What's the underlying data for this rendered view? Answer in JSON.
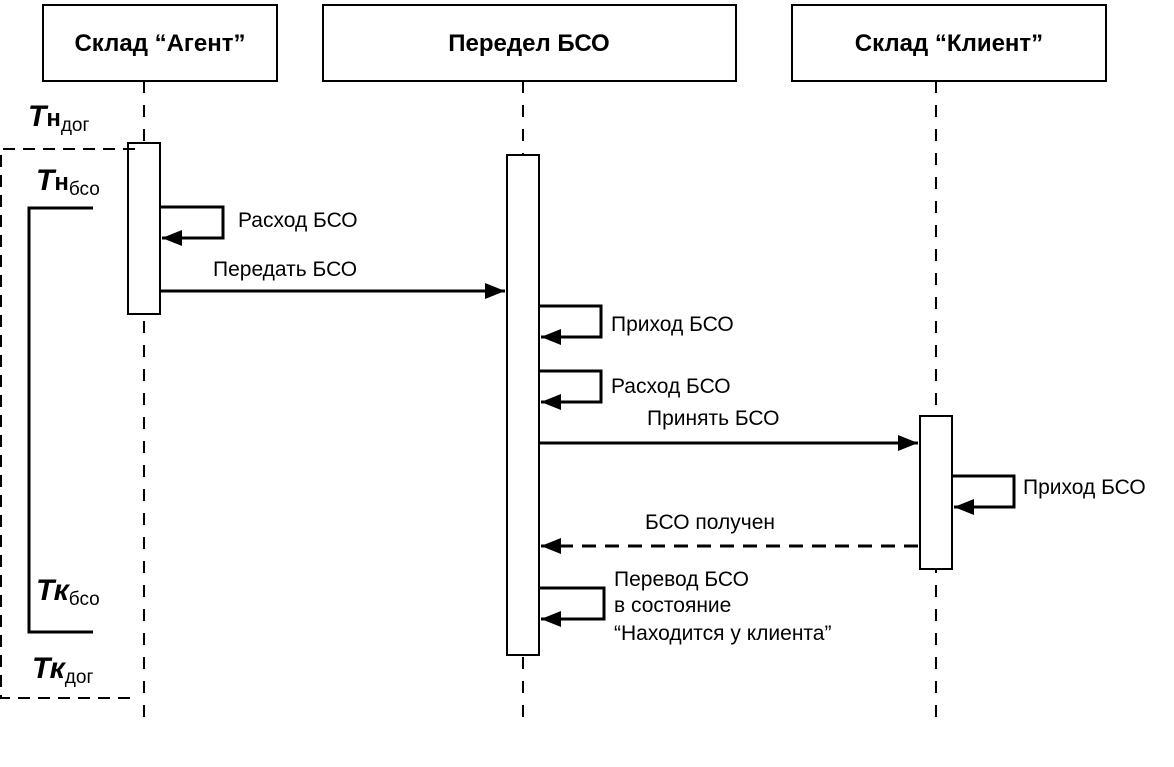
{
  "lifelines": {
    "agent": "Склад “Агент”",
    "peredel": "Передел БСО",
    "client": "Склад “Клиент”"
  },
  "time_marks": {
    "tn_dog": {
      "letter": "Т",
      "main": "н",
      "sub": "дог"
    },
    "tn_bso": {
      "letter": "Т",
      "main": "н",
      "sub": "бсо"
    },
    "tk_bso": {
      "letter": "Т",
      "main": "к",
      "sub": "бсо"
    },
    "tk_dog": {
      "letter": "Т",
      "main": "к",
      "sub": "дог"
    }
  },
  "messages": {
    "agent_expense": "Расход БСО",
    "transfer": "Передать БСО",
    "peredel_income": "Приход БСО",
    "peredel_expense": "Расход БСО",
    "accept": "Принять БСО",
    "client_income": "Приход БСО",
    "received": "БСО получен",
    "state_change": [
      "Перевод БСО",
      "в состояние",
      "“Находится у клиента”"
    ]
  },
  "colors": {
    "line": "#000000",
    "background": "#ffffff"
  }
}
